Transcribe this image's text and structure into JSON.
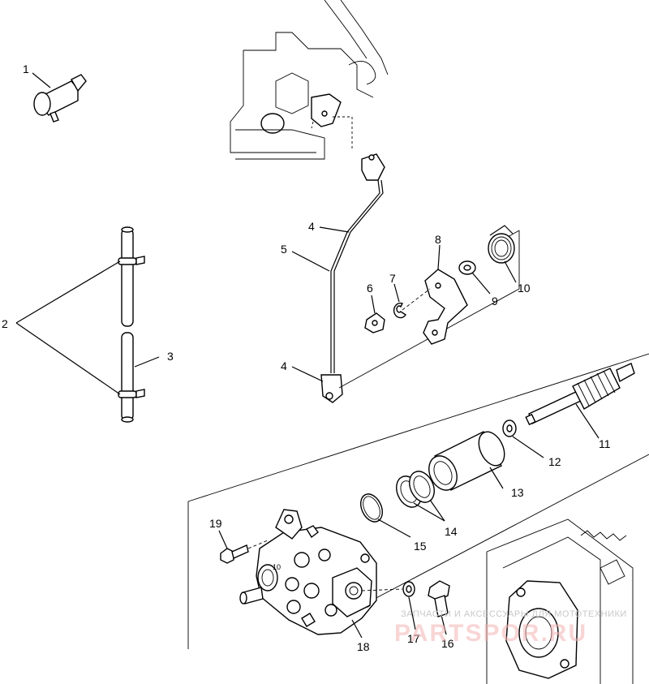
{
  "callouts": {
    "c1": "1",
    "c2": "2",
    "c3": "3",
    "c4a": "4",
    "c4b": "4",
    "c5": "5",
    "c6": "6",
    "c7": "7",
    "c8": "8",
    "c9": "9",
    "c10": "10",
    "c11": "11",
    "c12": "12",
    "c13": "13",
    "c14": "14",
    "c15": "15",
    "c16": "16",
    "c17": "17",
    "c18": "18",
    "c19": "19"
  },
  "watermark": {
    "subtitle": "ЗАПЧАСТИ И АКСЕССУАРЫ ДЛЯ МОТОТЕХНИКИ",
    "logo": "PARTSPOR.RU"
  },
  "colors": {
    "ink": "#000000",
    "watermark_logo": "#f3b2b2",
    "watermark_text": "#c8c8c8"
  }
}
